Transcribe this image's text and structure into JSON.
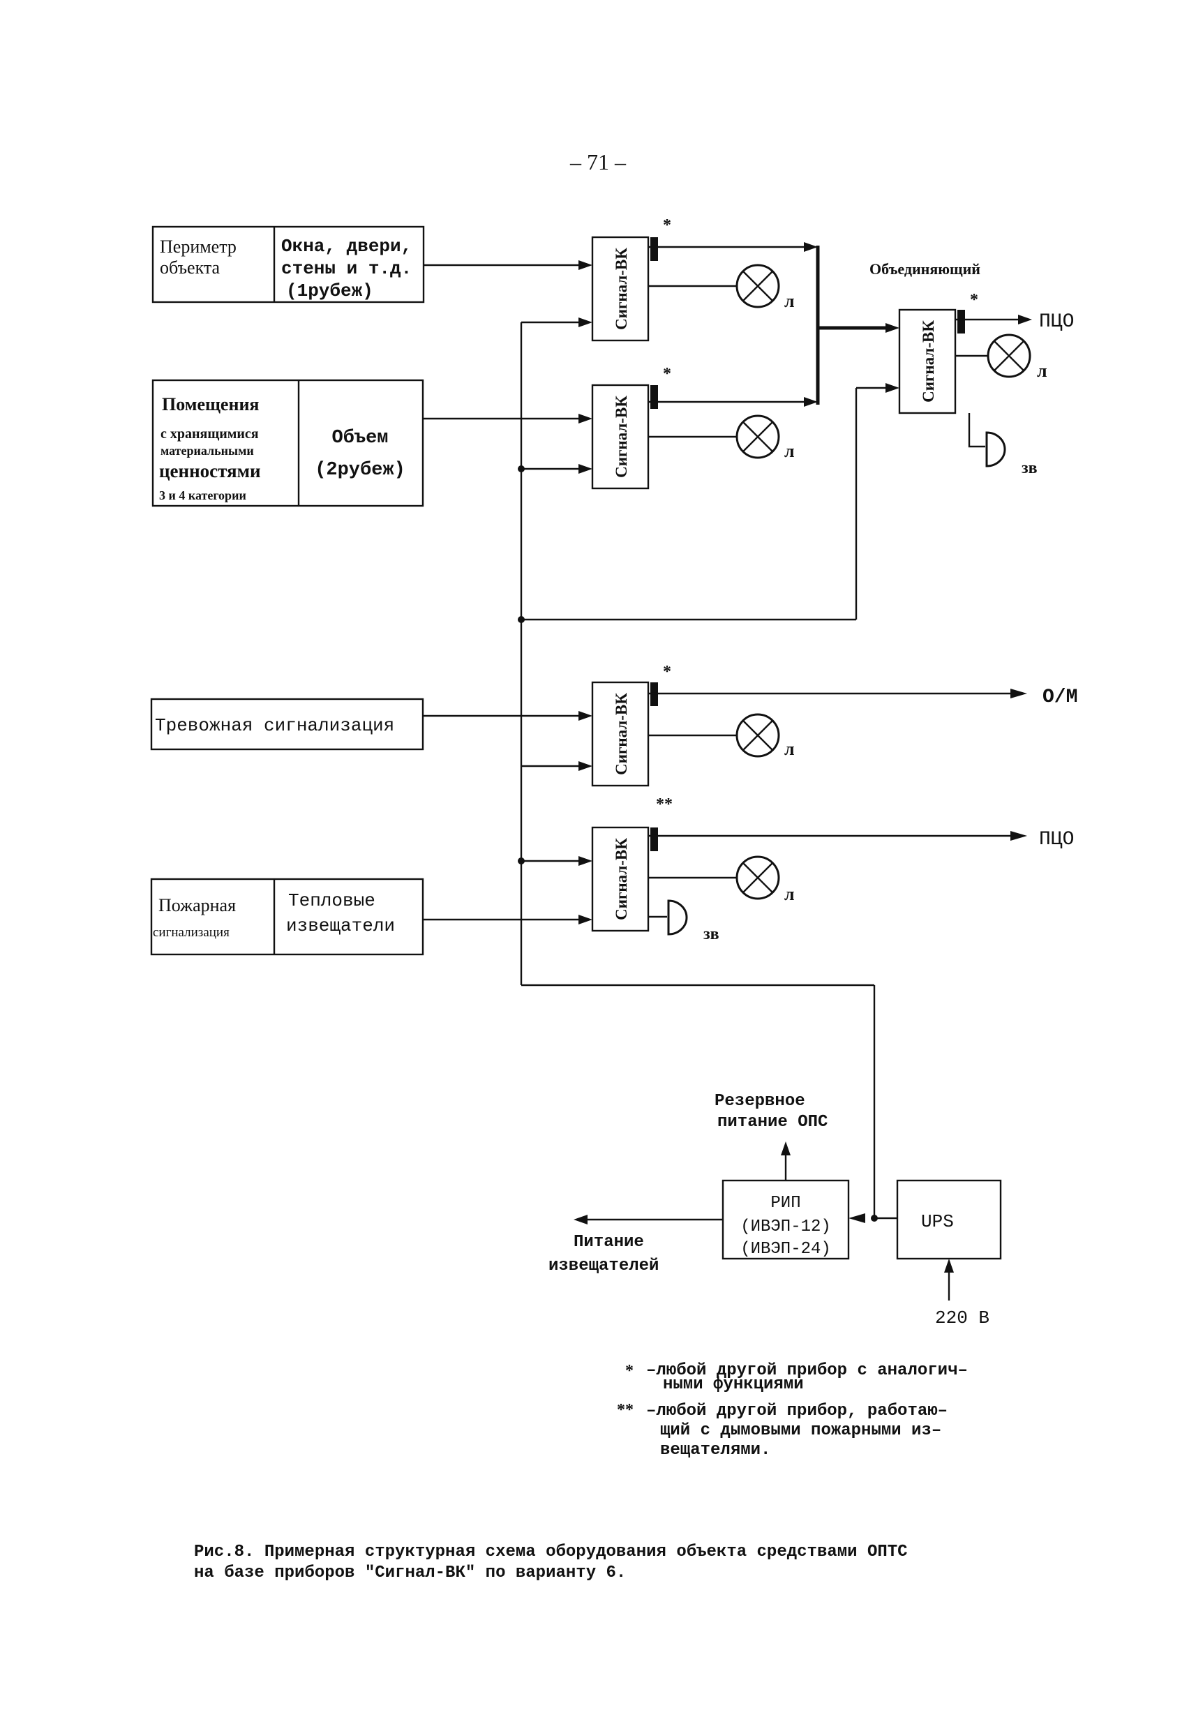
{
  "page_number": "– 71 –",
  "device_label": "Сигнал-ВК",
  "lamp_label": "л",
  "sounder_label": "зв",
  "single_star": "*",
  "double_star": "**",
  "combining_title": "Объединяющий",
  "inputs": {
    "perimeter": {
      "left_lines": [
        "Периметр",
        "объекта"
      ],
      "right_lines": [
        "Окна, двери,",
        "стены и т.д.",
        "(1рубеж)"
      ]
    },
    "rooms": {
      "left_lines": [
        "Помещения",
        "с хранящимися",
        "материальными",
        "ценностями",
        "3 и 4 категории"
      ],
      "right_lines": [
        "Объем",
        "(2рубеж)"
      ]
    },
    "alarm": {
      "label": "Тревожная сигнализация"
    },
    "fire": {
      "left_lines": [
        "Пожарная",
        "сигнализация"
      ],
      "right_lines": [
        "Тепловые",
        "извещатели"
      ]
    }
  },
  "outputs": {
    "pco_top": "ПЦО",
    "om": "О/М",
    "pco_bottom": "ПЦО"
  },
  "power": {
    "reserve_lines": [
      "Резервное",
      "питание ОПС"
    ],
    "rip_lines": [
      "РИП",
      "(ИВЭП-12)",
      "(ИВЭП-24)"
    ],
    "ups": "UPS",
    "mains": "220 В",
    "sensor_power_lines": [
      "Питание",
      "извещателей"
    ]
  },
  "notes": {
    "single": {
      "marker": "*",
      "lines": [
        "–любой другой прибор с аналогич–",
        "ными функциями"
      ]
    },
    "double": {
      "marker": "**",
      "lines": [
        "–любой другой прибор, работаю–",
        "щий с дымовыми пожарными из–",
        "вещателями."
      ]
    }
  },
  "caption_lines": [
    "Рис.8. Примерная структурная схема оборудования объекта средствами ОПТС",
    "на базе приборов \"Сигнал-ВК\" по варианту 6."
  ]
}
